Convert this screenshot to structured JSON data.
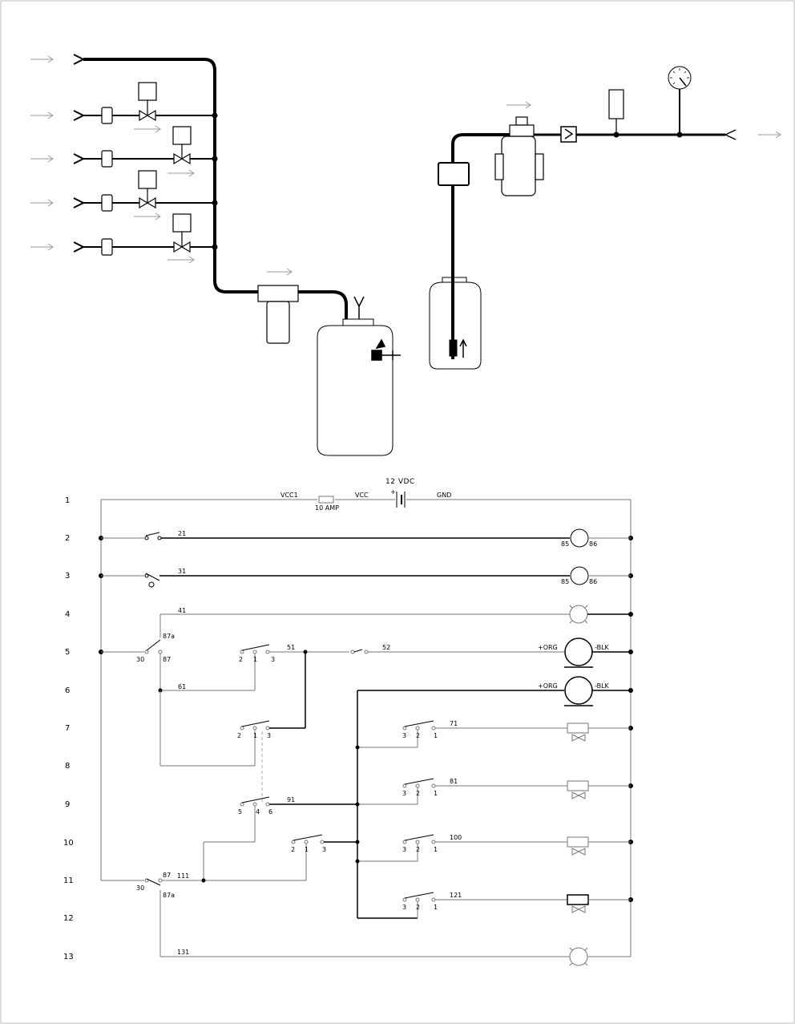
{
  "ladder": {
    "rows": [
      "1",
      "2",
      "3",
      "4",
      "5",
      "6",
      "7",
      "8",
      "9",
      "10",
      "11",
      "12",
      "13"
    ],
    "header": {
      "voltage": "12 VDC",
      "plus": "+",
      "vcc1": "VCC1",
      "vcc": "VCC",
      "gnd": "GND",
      "fuse": "10 AMP"
    },
    "wires": {
      "w21": "21",
      "w31": "31",
      "w41": "41",
      "w51": "51",
      "w52": "52",
      "w61": "61",
      "w71": "71",
      "w81": "81",
      "w91": "91",
      "w100": "100",
      "w111": "111",
      "w121": "121",
      "w131": "131"
    },
    "relay_pins": {
      "p85": "85",
      "p86": "86",
      "p87": "87",
      "p87a": "87a",
      "p30": "30"
    },
    "switch_pins": {
      "s1": "1",
      "s2": "2",
      "s3": "3",
      "s4": "4",
      "s5": "5",
      "s6": "6"
    },
    "motor_terms": {
      "pos": "+ORG",
      "neg": "-BLK"
    }
  }
}
